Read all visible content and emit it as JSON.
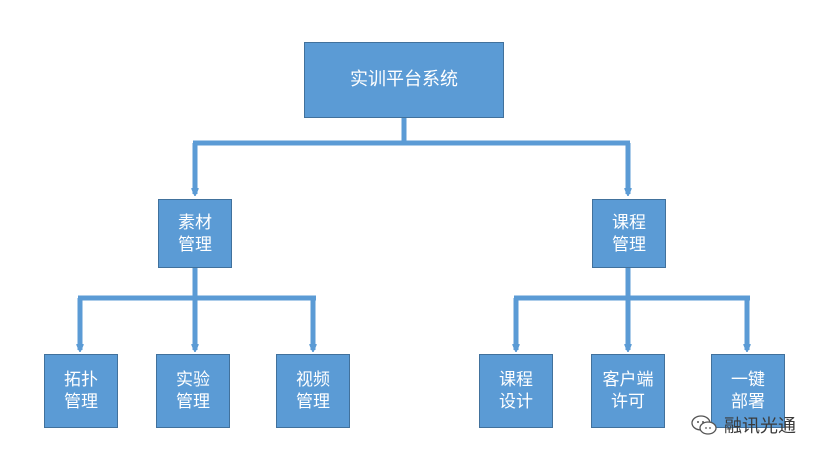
{
  "root": {
    "label": "实训平台系统"
  },
  "nodes": {
    "material": {
      "line1": "素材",
      "line2": "管理"
    },
    "course": {
      "line1": "课程",
      "line2": "管理"
    },
    "topology": {
      "line1": "拓扑",
      "line2": "管理"
    },
    "experiment": {
      "line1": "实验",
      "line2": "管理"
    },
    "video": {
      "line1": "视频",
      "line2": "管理"
    },
    "course_design": {
      "line1": "课程",
      "line2": "设计"
    },
    "client_license": {
      "line1": "客户端",
      "line2": "许可"
    },
    "one_click_deploy": {
      "line1": "一键",
      "line2": "部署"
    }
  },
  "watermark": {
    "text": "融讯光通",
    "icon": "wechat-icon"
  },
  "colors": {
    "node_fill": "#5b9bd5",
    "node_border": "#41719c",
    "connector": "#5b9bd5"
  }
}
